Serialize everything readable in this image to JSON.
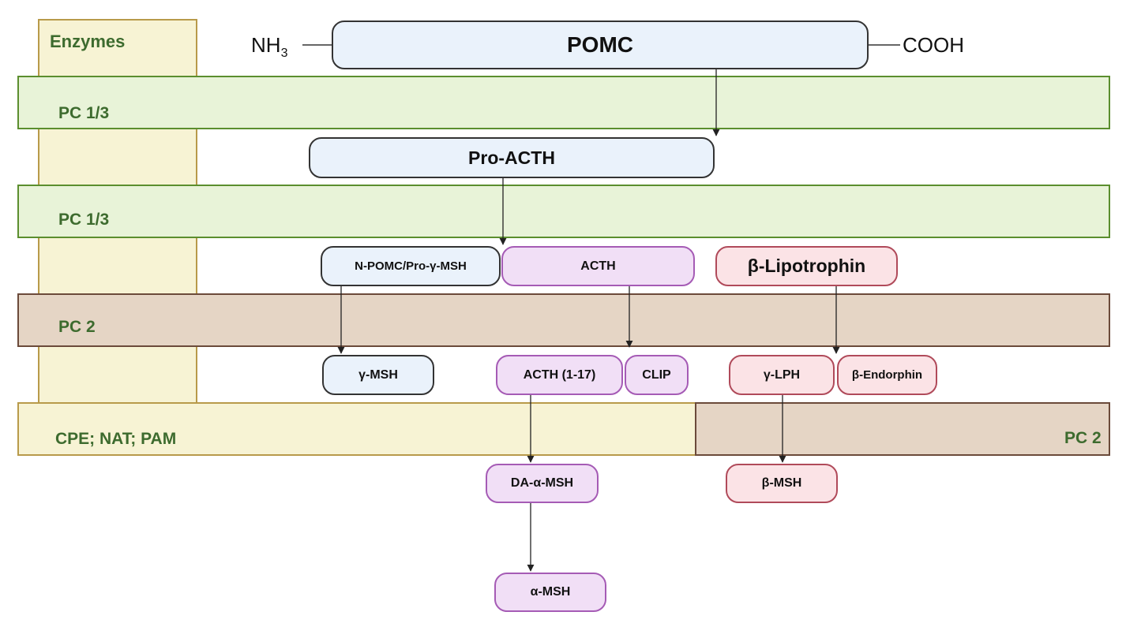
{
  "enzymes_header": "Enzymes",
  "terminals": {
    "n_prefix": "NH",
    "n_sub": "3",
    "c": "COOH"
  },
  "bands": {
    "pc13_a": "PC 1/3",
    "pc13_b": "PC 1/3",
    "pc2_a": "PC 2",
    "cpe_nat_pam": "CPE; NAT; PAM",
    "pc2_b": "PC 2"
  },
  "peptides": {
    "pomc": "POMC",
    "pro_acth": "Pro-ACTH",
    "n_pomc": "N-POMC/Pro-γ-MSH",
    "acth": "ACTH",
    "b_lipotrophin": "β-Lipotrophin",
    "g_msh": "γ-MSH",
    "acth_1_17": "ACTH (1-17)",
    "clip": "CLIP",
    "g_lph": "γ-LPH",
    "b_endorphin": "β-Endorphin",
    "da_a_msh": "DA-α-MSH",
    "b_msh": "β-MSH",
    "a_msh": "α-MSH"
  },
  "colors": {
    "band_green": "#e8f3d8",
    "band_brown": "#e5d5c5",
    "band_yellow": "#f7f3d4",
    "label_green": "#3d6b2e",
    "pill_blue": "#eaf2fb",
    "pill_purple": "#f1dff6",
    "pill_pink": "#fbe3e6"
  }
}
